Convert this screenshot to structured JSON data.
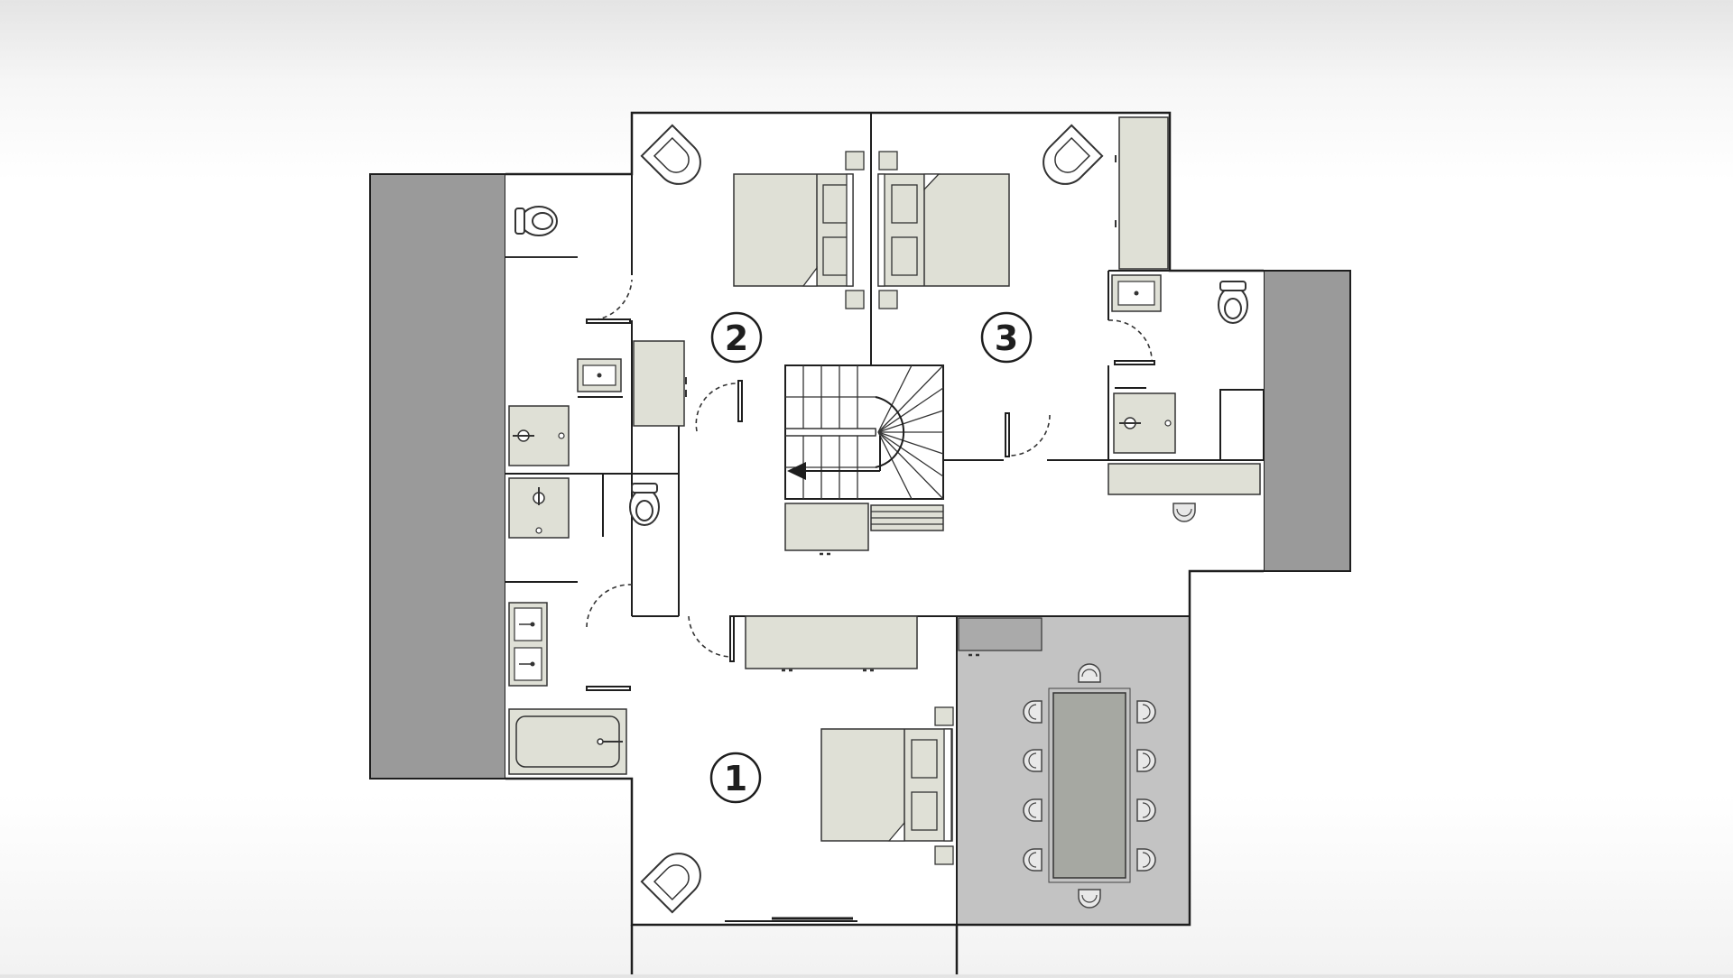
{
  "rooms": [
    {
      "id": "room-1",
      "label": "1"
    },
    {
      "id": "room-2",
      "label": "2"
    },
    {
      "id": "room-3",
      "label": "3"
    }
  ],
  "colors": {
    "wall": "#1e1e1e",
    "roof_dark": "#9a9a9a",
    "dining_zone": "#c3c3c3",
    "furniture": "#dfe0d6",
    "furniture_stroke": "#3a3a3a",
    "floor": "#ffffff"
  },
  "icons": [
    "toilet-icon",
    "sink-icon",
    "shower-icon",
    "bathtub-icon",
    "bed-icon",
    "armchair-icon",
    "staircase-icon",
    "dining-table-icon",
    "chair-icon",
    "door-swing-icon"
  ]
}
